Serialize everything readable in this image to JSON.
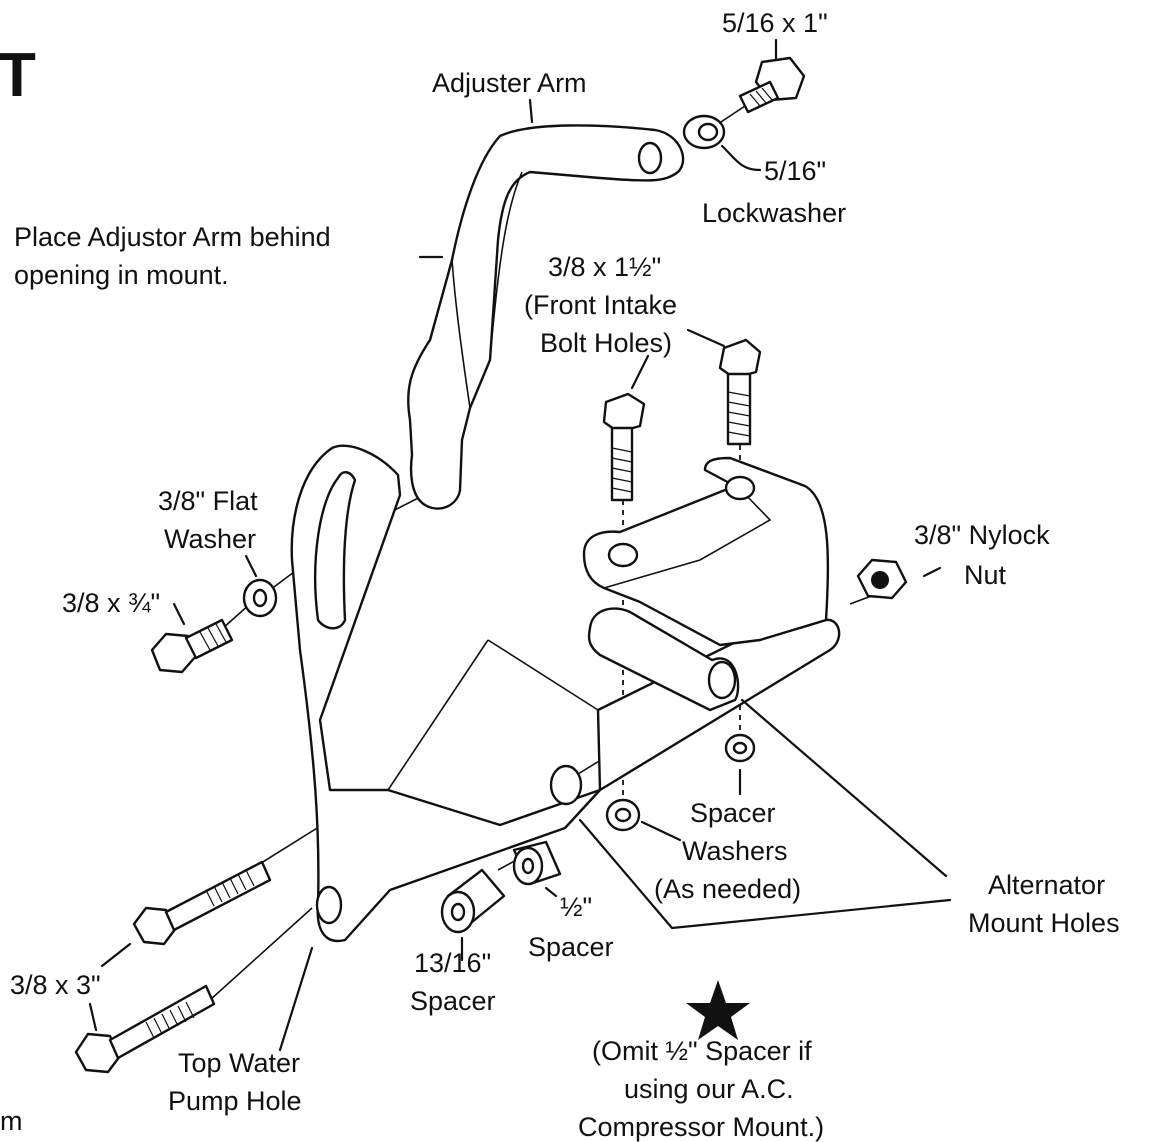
{
  "colors": {
    "ink": "#111111",
    "paper": "#ffffff"
  },
  "labels": {
    "corner_letter": "T",
    "corner_fragment": "m",
    "bolt_5_16x1": "5/16 x 1\"",
    "adjuster_arm": "Adjuster Arm",
    "lockwasher_size": "5/16\"",
    "lockwasher": "Lockwasher",
    "place_note_line1": "Place Adjustor Arm behind",
    "place_note_line2": "opening in mount.",
    "bolt_3_8x1_5": "3/8 x 1½\"",
    "front_intake_line1": "(Front Intake",
    "front_intake_line2": "Bolt Holes)",
    "flat_washer_line1": "3/8\" Flat",
    "flat_washer_line2": "Washer",
    "bolt_3_8x3_4": "3/8 x ¾\"",
    "nylock_line1": "3/8\" Nylock",
    "nylock_line2": "Nut",
    "spacer_washers_line1": "Spacer",
    "spacer_washers_line2": "Washers",
    "spacer_washers_line3": "(As needed)",
    "alternator_line1": "Alternator",
    "alternator_line2": "Mount Holes",
    "half_spacer_size": "½\"",
    "half_spacer": "Spacer",
    "spacer_13_16_size": "13/16\"",
    "spacer_13_16": "Spacer",
    "bolt_3_8x3": "3/8 x 3\"",
    "water_pump_line1": "Top Water",
    "water_pump_line2": "Pump Hole",
    "omit_note_line1": "(Omit ½\" Spacer if",
    "omit_note_line2": "using our A.C.",
    "omit_note_line3": "Compressor Mount.)"
  },
  "icons": {
    "note_marker": "star-icon"
  }
}
